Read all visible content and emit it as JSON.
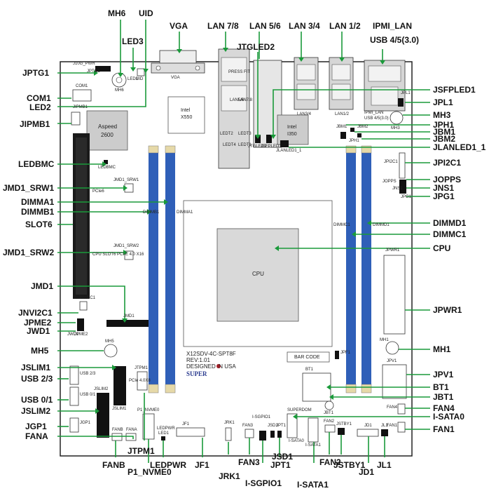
{
  "board": {
    "model": "X12SDV-4C-SPT8F",
    "revision": "REV:1.01",
    "origin": "DESIGNED IN USA",
    "brand": "SUPER",
    "bar_code": "BAR CODE",
    "chip_aspeed_a": "Aspeed",
    "chip_aspeed_b": "2600",
    "chip_x550_a": "Intel",
    "chip_x550_b": "X550",
    "chip_i350_a": "Intel",
    "chip_i350_b": "I350",
    "cpu": "CPU"
  },
  "silk": {
    "j10g": "J10G_PWR",
    "jptg1": "JPTG1",
    "mh6": "MH6",
    "led3": "LED3",
    "uid": "UID",
    "vga": "VGA",
    "com1": "COM1",
    "led2": "LED2",
    "jipmb1": "JIPMB1",
    "press": "PRESS FIT",
    "lan56": "LAN5/6",
    "lan78": "LAN7/8",
    "led_t2": "LEDT2",
    "led_t4": "LEDT4",
    "led_t3": "LEDT3",
    "led_t1": "LEDT1",
    "jtgled2": "JTGLED2",
    "jsfpled1": "JSFPLED1",
    "jlanled1": "JLANLED1_1",
    "lan34": "LAN3/4",
    "lan12": "LAN1/2",
    "ipmi_lan": "IPMI_LAN",
    "usb45": "USB 4/5(3.0)",
    "jpl1": "JPL1",
    "mh3": "MH3",
    "jbm1": "JBM1",
    "jbm2": "JBM2",
    "jph1": "JPH1",
    "jpi2c1": "JPI2C1",
    "jopps": "JOPPS",
    "jns1": "JNS1",
    "jpg1": "JPG1",
    "ledbmc": "LEDBMC",
    "jmd1_srw1": "JMD1_SRW1",
    "jmd1_srw2": "JMD1_SRW2",
    "pcie_a": "PCIe6",
    "pcie_b": "CPU SLOT6 PCI-E 4.0 X16",
    "dimmb1": "DIMMB1",
    "dimma1": "DIMMA1",
    "dimmc1": "DIMMC1",
    "dimmd1": "DIMMD1",
    "jpwr1": "JPWR1",
    "jmd1": "JMD1",
    "jnvi2c1": "JNVI2C1",
    "jpme2": "JPME2",
    "jwd1": "JWD1",
    "mh5": "MH5",
    "mh1": "MH1",
    "jpv1": "JPV1",
    "jtpm1": "JTPM1",
    "pcie_4x8": "PCIe 4.0X8",
    "jslim1": "JSLIM1",
    "jslim2": "JSLIM2",
    "usb23": "USB 2/3",
    "usb01": "USB 0/1",
    "jgp1": "JGP1",
    "fanb": "FANB",
    "fana": "FANA",
    "p1_nvme0": "P1_NVME0",
    "ledpwr": "LEDPWR",
    "led1": "LED1",
    "jf1": "JF1",
    "jrk1": "JRK1",
    "fan3": "FAN3",
    "isgpio1": "I-SGPIO1",
    "jsd1": "JSD1",
    "jpt1": "JPT1",
    "isata0": "I-SATA0",
    "isata1": "I-SATA1",
    "fan2": "FAN2",
    "jstby1": "JSTBY1",
    "jd1": "JD1",
    "jl1": "JL1",
    "fan4": "FAN4",
    "fan1": "FAN1",
    "bt1": "BT1",
    "jbt1": "JBT1",
    "jpf1": "JPF1",
    "jsdv": "SUPERDOM"
  },
  "callouts": {
    "mh6": "MH6",
    "uid": "UID",
    "led3": "LED3",
    "vga": "VGA",
    "lan78": "LAN 7/8",
    "lan56": "LAN 5/6",
    "lan34": "LAN 3/4",
    "lan12": "LAN 1/2",
    "ipmi_lan": "IPMI_LAN",
    "usb45": "USB 4/5(3.0)",
    "jtgled2": "JTGLED2",
    "jptg1": "JPTG1",
    "com1": "COM1",
    "led2": "LED2",
    "jipmb1": "JIPMB1",
    "jsfpled1": "JSFPLED1",
    "jpl1": "JPL1",
    "mh3": "MH3",
    "jph1": "JPH1",
    "jbm1": "JBM1",
    "jbm2": "JBM2",
    "jlanled1": "JLANLED1_1",
    "ledbmc": "LEDBMC",
    "jpi2c1": "JPI2C1",
    "jmd1_srw1": "JMD1_SRW1",
    "jopps": "JOPPS",
    "dimma1": "DIMMA1",
    "jns1": "JNS1",
    "jpg1": "JPG1",
    "dimmb1": "DIMMB1",
    "slot6": "SLOT6",
    "dimmd1": "DIMMD1",
    "dimmc1": "DIMMC1",
    "jmd1_srw2": "JMD1_SRW2",
    "cpu": "CPU",
    "jmd1": "JMD1",
    "jpwr1": "JPWR1",
    "jnvi2c1": "JNVI2C1",
    "jpme2": "JPME2",
    "jwd1": "JWD1",
    "mh5": "MH5",
    "mh1": "MH1",
    "jslim1": "JSLIM1",
    "usb23": "USB 2/3",
    "jpv1": "JPV1",
    "usb01": "USB 0/1",
    "bt1": "BT1",
    "jslim2": "JSLIM2",
    "jbt1": "JBT1",
    "fan4": "FAN4",
    "jgp1": "JGP1",
    "isata0": "I-SATA0",
    "fana": "FANA",
    "fan1": "FAN1",
    "fanb": "FANB",
    "jtpm1": "JTPM1",
    "ledpwr": "LEDPWR",
    "jf1": "JF1",
    "p1_nvme0": "P1_NVME0",
    "fan3": "FAN3",
    "jsd1": "JSD1",
    "jpt1": "JPT1",
    "fan2": "FAN2",
    "jstby1": "JSTBY1",
    "jl1": "JL1",
    "jd1": "JD1",
    "jrk1": "JRK1",
    "isgpio1": "I-SGPIO1",
    "isata1": "I-SATA1"
  },
  "colors": {
    "board_outline": "#222222",
    "leader": "#1a9a3a",
    "dimm": "#2f5fb8",
    "dimm_latch": "#e6d9a8",
    "slot": "#1a1a1a",
    "chip": "#cccccc",
    "cpu": "#d9d9d9",
    "brand_red": "#cc1f2a"
  }
}
